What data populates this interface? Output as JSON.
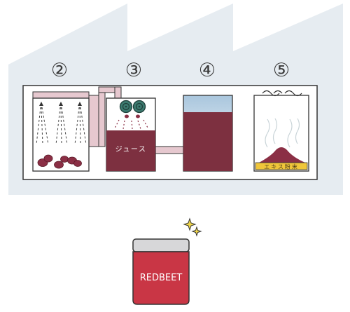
{
  "steps": [
    {
      "number": "②"
    },
    {
      "number": "③",
      "label": "ジュース"
    },
    {
      "number": "④"
    },
    {
      "number": "⑤",
      "label": "エキス粉末"
    }
  ],
  "product": {
    "label": "REDBEET"
  },
  "colors": {
    "factory": "#e6ecf1",
    "beet": "#8b2f45",
    "juice": "#7d3040",
    "pipe": "#e6c8cf",
    "powder_band": "#f0c63a",
    "jar_cap": "#d7d7d9",
    "sparkle": "#f0d64a",
    "outline": "#333333"
  }
}
